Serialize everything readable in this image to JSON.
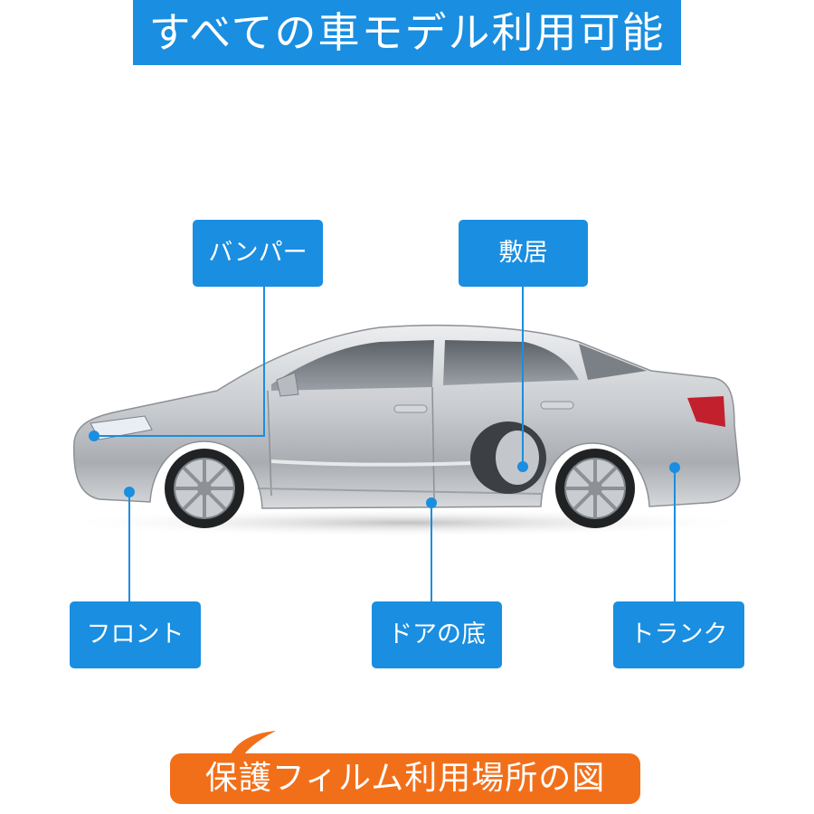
{
  "banner": {
    "title": "すべての車モデル利用可能"
  },
  "tags": {
    "bumper": "バンパー",
    "sill": "敷居",
    "front": "フロント",
    "door_bottom": "ドアの底",
    "trunk": "トランク"
  },
  "footer": {
    "caption": "保護フィルム利用場所の図"
  },
  "colors": {
    "accent": "#1a8ee0",
    "caption_bg": "#f26f1a"
  }
}
